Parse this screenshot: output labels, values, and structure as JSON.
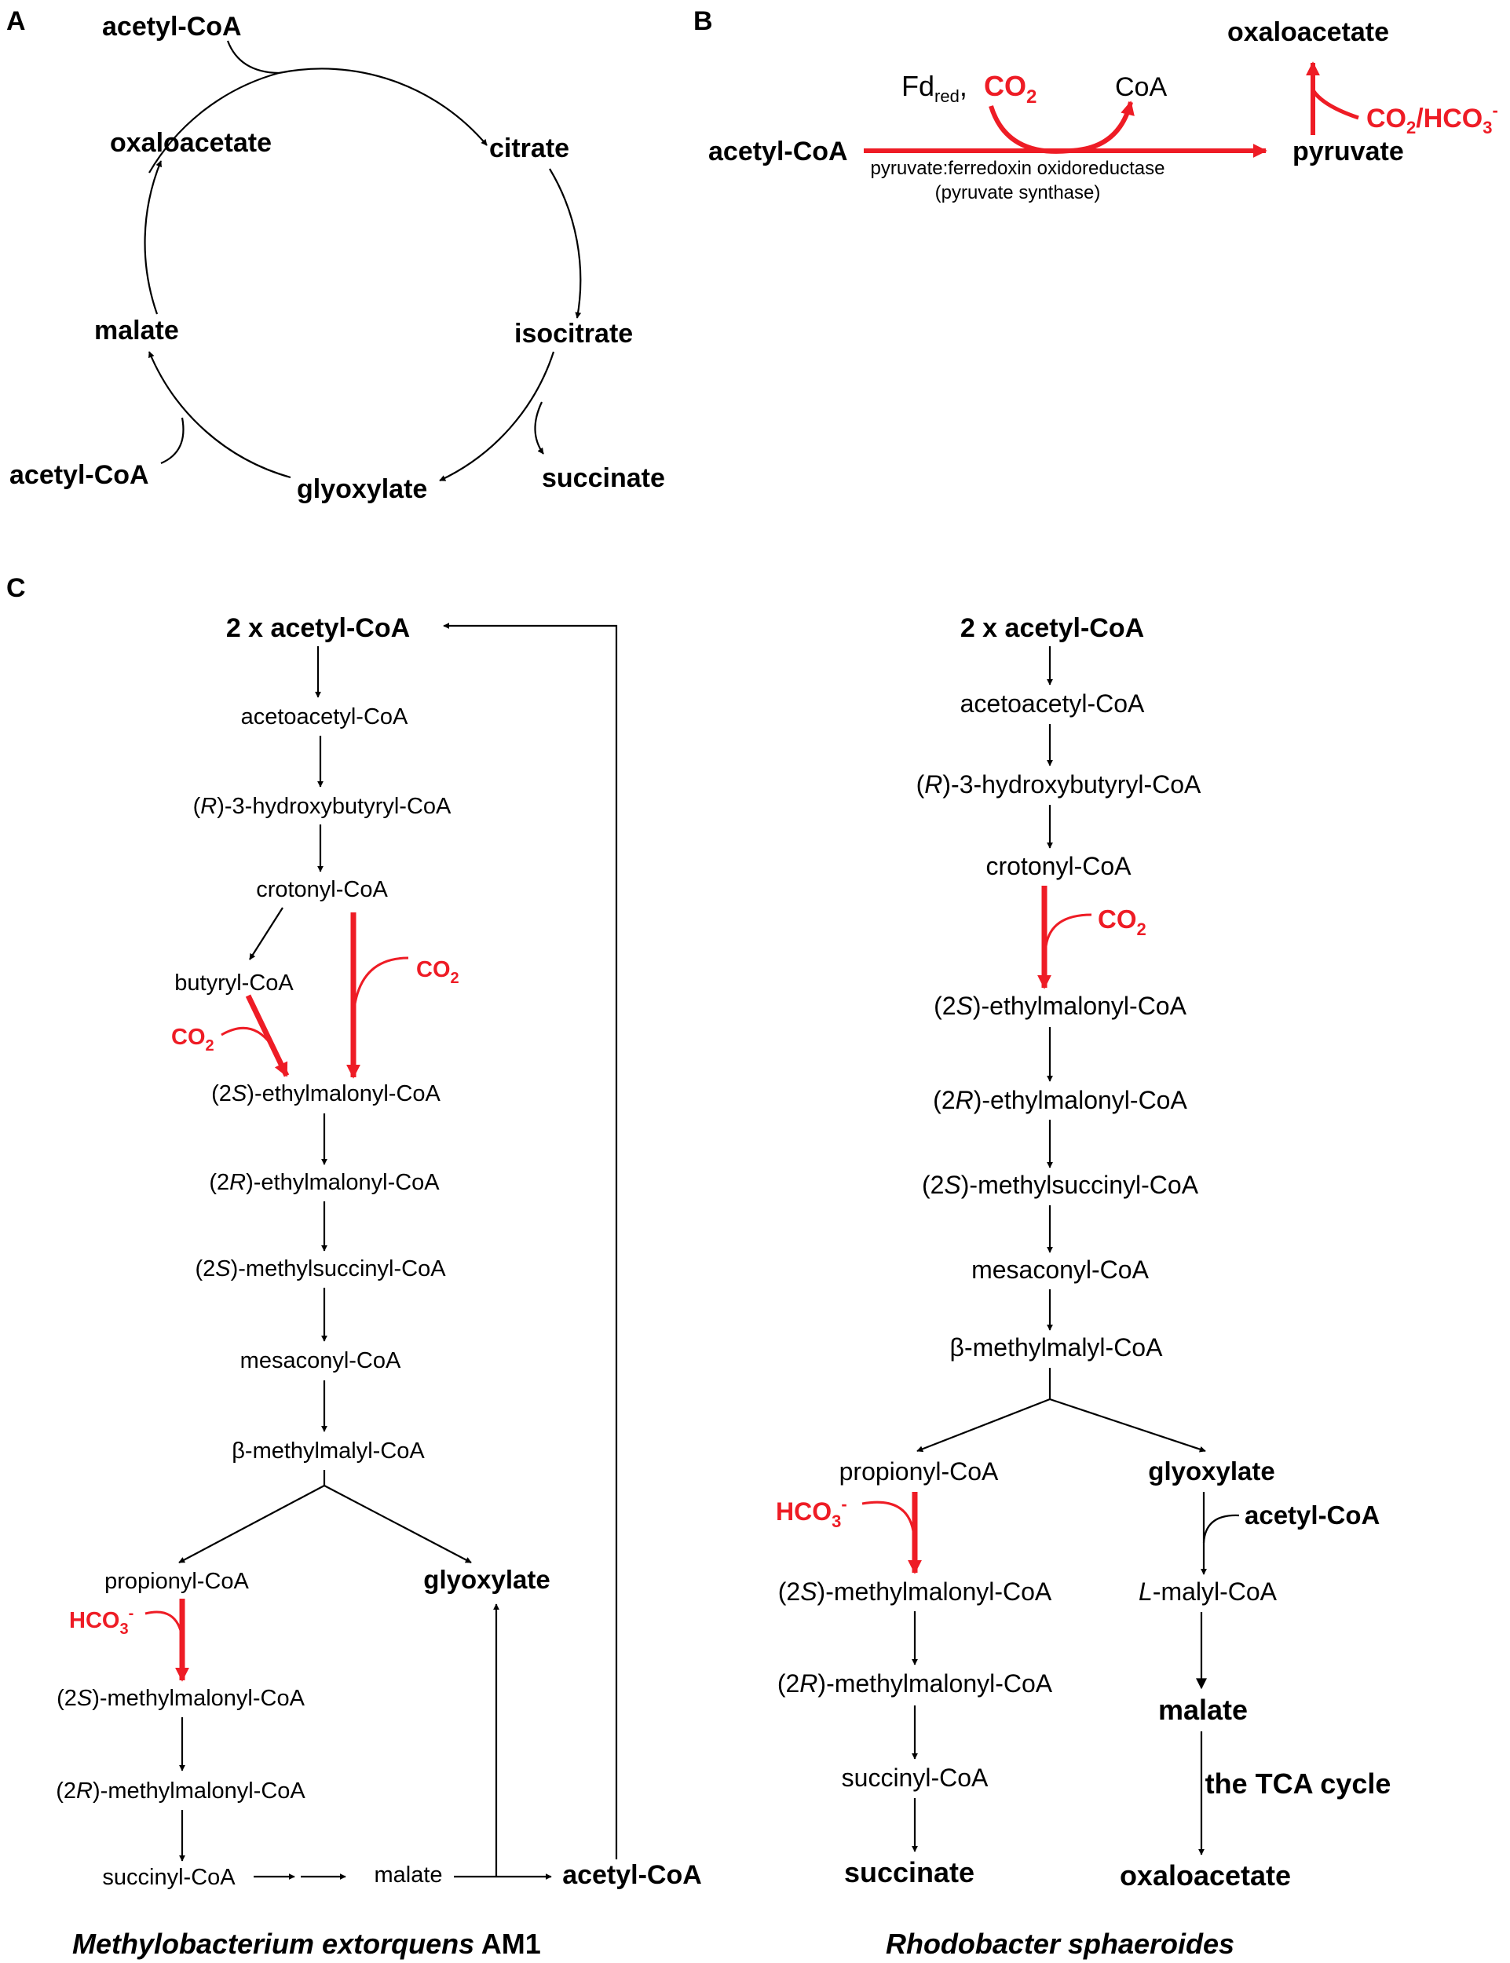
{
  "panels": {
    "a": "A",
    "b": "B",
    "c": "C"
  },
  "panel_a": {
    "acetyl_coa_top": "acetyl-CoA",
    "oxaloacetate": "oxaloacetate",
    "citrate": "citrate",
    "malate": "malate",
    "isocitrate": "isocitrate",
    "acetyl_coa_left": "acetyl-CoA",
    "glyoxylate": "glyoxylate",
    "succinate": "succinate"
  },
  "panel_b": {
    "oxaloacetate": "oxaloacetate",
    "fd": "Fd",
    "fd_sub": "red",
    "comma": ",",
    "co2": "CO",
    "co2_sub": "2",
    "coa": "CoA",
    "acetyl_coa": "acetyl-CoA",
    "pyruvate": "pyruvate",
    "enzyme_line1": "pyruvate:ferredoxin oxidoreductase",
    "enzyme_line2": "(pyruvate synthase)",
    "co2_hco3_a": "CO",
    "co2_hco3_sub2": "2",
    "co2_hco3_b": "/HCO",
    "co2_hco3_sub3": "3",
    "co2_hco3_sup": "-"
  },
  "panel_c_left": {
    "start": "2 x acetyl-CoA",
    "acetoacetyl": "acetoacetyl-CoA",
    "r_prefix": "(",
    "r_ital": "R",
    "r_rest": ")-3-hydroxybutyryl-CoA",
    "crotonyl": "crotonyl-CoA",
    "butyryl": "butyryl-CoA",
    "co2_right": "CO",
    "co2_right_sub": "2",
    "co2_left": "CO",
    "co2_left_sub": "2",
    "em2s_pre": "(2",
    "em2s_ital": "S",
    "em2s_rest": ")-ethylmalonyl-CoA",
    "em2r_pre": "(2",
    "em2r_ital": "R",
    "em2r_rest": ")-ethylmalonyl-CoA",
    "ms2s_pre": "(2",
    "ms2s_ital": "S",
    "ms2s_rest": ")-methylsuccinyl-CoA",
    "mesaconyl": "mesaconyl-CoA",
    "bmm": "β-methylmalyl-CoA",
    "propionyl": "propionyl-CoA",
    "glyoxylate": "glyoxylate",
    "hco3": "HCO",
    "hco3_sub": "3",
    "hco3_sup": "-",
    "mm2s_pre": "(2",
    "mm2s_ital": "S",
    "mm2s_rest": ")-methylmalonyl-CoA",
    "mm2r_pre": "(2",
    "mm2r_ital": "R",
    "mm2r_rest": ")-methylmalonyl-CoA",
    "succinyl": "succinyl-CoA",
    "malate": "malate",
    "acetyl_coa": "acetyl-CoA",
    "organism_ital": "Methylobacterium extorquens",
    "organism_rest": " AM1"
  },
  "panel_c_right": {
    "start": "2 x acetyl-CoA",
    "acetoacetyl": "acetoacetyl-CoA",
    "r_prefix": "(",
    "r_ital": "R",
    "r_rest": ")-3-hydroxybutyryl-CoA",
    "crotonyl": "crotonyl-CoA",
    "co2": "CO",
    "co2_sub": "2",
    "em2s_pre": "(2",
    "em2s_ital": "S",
    "em2s_rest": ")-ethylmalonyl-CoA",
    "em2r_pre": "(2",
    "em2r_ital": "R",
    "em2r_rest": ")-ethylmalonyl-CoA",
    "ms2s_pre": "(2",
    "ms2s_ital": "S",
    "ms2s_rest": ")-methylsuccinyl-CoA",
    "mesaconyl": "mesaconyl-CoA",
    "bmm": "β-methylmalyl-CoA",
    "propionyl": "propionyl-CoA",
    "glyoxylate": "glyoxylate",
    "hco3": "HCO",
    "hco3_sub": "3",
    "hco3_sup": "-",
    "acetyl_coa": "acetyl-CoA",
    "mm2s_pre": "(2",
    "mm2s_ital": "S",
    "mm2s_rest": ")-methylmalonyl-CoA",
    "lmalyl_ital": "L",
    "lmalyl_rest": "-malyl-CoA",
    "mm2r_pre": "(2",
    "mm2r_ital": "R",
    "mm2r_rest": ")-methylmalonyl-CoA",
    "malate": "malate",
    "tca": "the TCA cycle",
    "succinyl": "succinyl-CoA",
    "succinate": "succinate",
    "oxaloacetate": "oxaloacetate",
    "organism": "Rhodobacter sphaeroides"
  },
  "colors": {
    "carboxylation": "#ee1c25",
    "text": "#000000"
  }
}
